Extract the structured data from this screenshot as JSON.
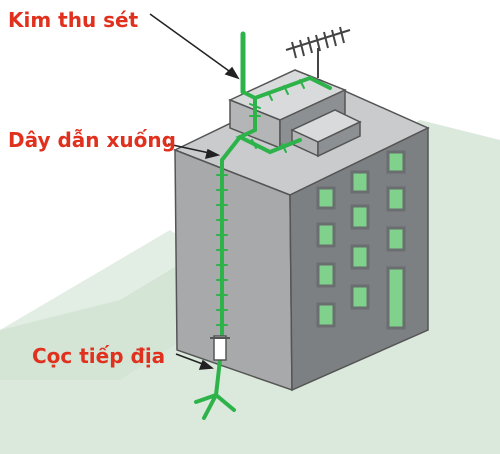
{
  "labels": {
    "lightning_rod": "Kim thu sét",
    "down_conductor": "Dây dẫn xuống",
    "ground_rod": "Cọc tiếp địa"
  },
  "colors": {
    "label_text": "#e0301e",
    "conductor": "#2db34a",
    "ground_bg": "#dbe8dc",
    "wall_front": "#a7a9ab",
    "wall_side": "#7d8083",
    "roof": "#c9cbcd",
    "window_glass": "#7fd18c",
    "window_frame": "#6b6e70",
    "leader_line": "#222222"
  },
  "icons": {
    "antenna": "tv-antenna-icon",
    "ground_rod": "ground-rod-icon",
    "ground_arrow": "arrow-down-icon"
  }
}
